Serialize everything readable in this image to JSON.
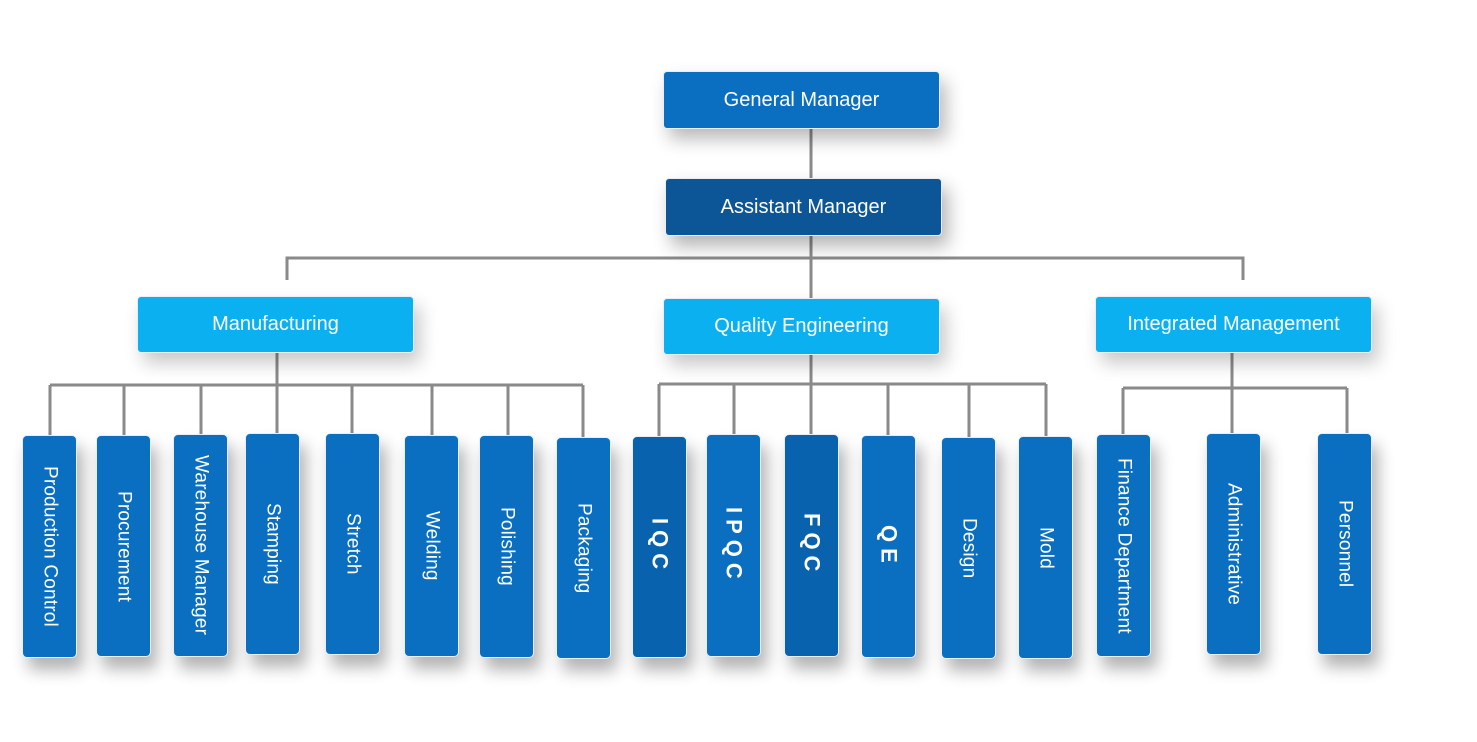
{
  "org": {
    "general_manager": "General Manager",
    "assistant_manager": "Assistant Manager",
    "departments": [
      {
        "label": "Manufacturing",
        "units": [
          "Production Control",
          "Procurement",
          "Warehouse Manager",
          "Stamping",
          "Stretch",
          "Welding",
          "Polishing",
          "Packaging"
        ]
      },
      {
        "label": "Quality Engineering",
        "units": [
          "IQC",
          "IPQC",
          "FQC",
          "QE",
          "Design",
          "Mold"
        ]
      },
      {
        "label": "Integrated Management",
        "units": [
          "Finance Department",
          "Administrative",
          "Personnel"
        ]
      }
    ]
  },
  "colors": {
    "manager": "#0a6fc0",
    "assistant": "#0c5596",
    "department": "#0bb0f0",
    "unit": "#0a6fc0",
    "connector": "#8a8a8a"
  }
}
